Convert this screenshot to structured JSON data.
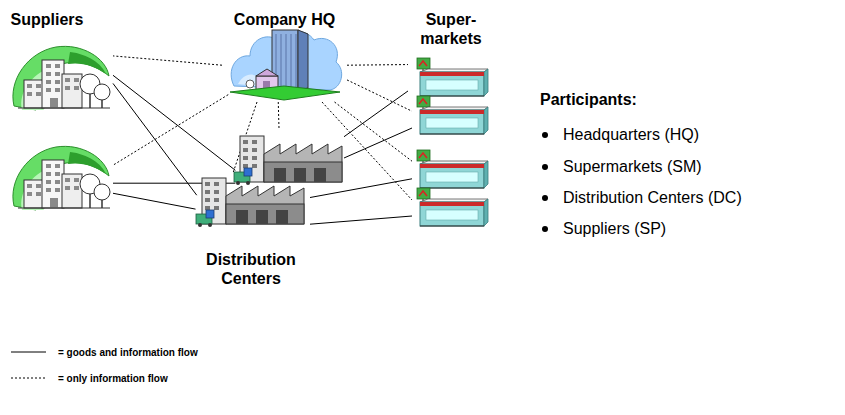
{
  "diagram": {
    "nodes": [
      {
        "text": [
          "Suppliers"
        ]
      },
      {
        "text": []
      },
      {
        "text": [
          "Company HQ"
        ]
      },
      {
        "text": []
      },
      {
        "text": [
          "Distribution Centers"
        ]
      },
      {
        "text": [
          "Super- markets"
        ]
      },
      {
        "text": []
      },
      {
        "text": []
      },
      {
        "text": []
      }
    ],
    "edges": [
      {
        "from": 0,
        "to": 3,
        "arrow": "none"
      },
      {
        "from": 0,
        "to": 4,
        "arrow": "none"
      },
      {
        "from": 1,
        "to": 3,
        "arrow": "none"
      },
      {
        "from": 1,
        "to": 4,
        "arrow": "none"
      },
      {
        "from": 3,
        "to": 5,
        "arrow": "none"
      },
      {
        "from": 3,
        "to": 6,
        "arrow": "none"
      },
      {
        "from": 4,
        "to": 7,
        "arrow": "none"
      },
      {
        "from": 4,
        "to": 8,
        "arrow": "none"
      },
      {
        "from": 2,
        "to": 0,
        "arrow": "none"
      },
      {
        "from": 2,
        "to": 1,
        "arrow": "none"
      },
      {
        "from": 2,
        "to": 3,
        "arrow": "none"
      },
      {
        "from": 2,
        "to": 4,
        "arrow": "none"
      },
      {
        "from": 2,
        "to": 5,
        "arrow": "none"
      },
      {
        "from": 2,
        "to": 6,
        "arrow": "none"
      },
      {
        "from": 2,
        "to": 7,
        "arrow": "none"
      },
      {
        "from": 2,
        "to": 8,
        "arrow": "none"
      }
    ],
    "labels": [
      "Participants:",
      "Headquarters (HQ)",
      "Supermarkets (SM)",
      "Distribution Centers (DC)",
      "Suppliers (SP)"
    ],
    "legend": [
      {
        "text": "= goods and information flow"
      },
      {
        "text": "= only information flow"
      }
    ]
  }
}
